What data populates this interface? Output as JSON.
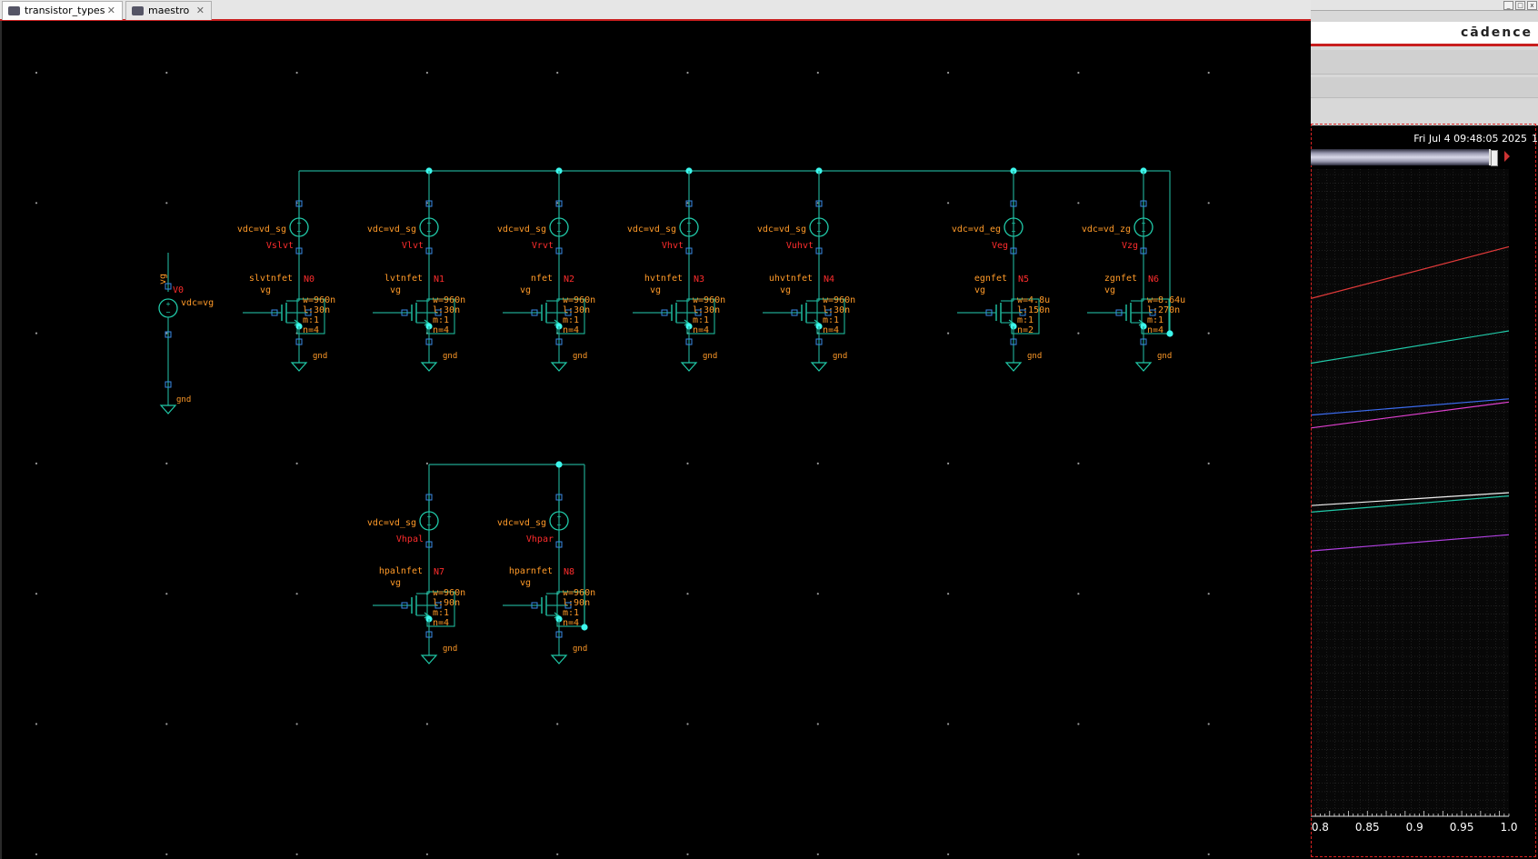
{
  "tabs": [
    {
      "label": "transistor_types",
      "active": true
    },
    {
      "label": "maestro",
      "active": false
    }
  ],
  "colors": {
    "wire": "#1fa58f",
    "component": "#20c9a8",
    "label": "#ff9a28",
    "instance": "#ff2d2d",
    "dot": "#3ef6ec",
    "pin": "#3a8ae6",
    "grid": "#9a9a9a"
  },
  "schematic": {
    "vg_source": {
      "instance": "V0",
      "net": "vg",
      "param": "vdc=vg",
      "gnd": "gnd"
    },
    "row1": [
      {
        "model": "slvtnfet",
        "inst": "N0",
        "src": "Vslvt",
        "vdc": "vdc=vd_sg",
        "gate": "vg",
        "w": "w=960n",
        "l": "l:30n",
        "m": "m:1",
        "n": "n=4",
        "gnd": "gnd"
      },
      {
        "model": "lvtnfet",
        "inst": "N1",
        "src": "Vlvt",
        "vdc": "vdc=vd_sg",
        "gate": "vg",
        "w": "w=960n",
        "l": "l:30n",
        "m": "m:1",
        "n": "n=4",
        "gnd": "gnd"
      },
      {
        "model": "nfet",
        "inst": "N2",
        "src": "Vrvt",
        "vdc": "vdc=vd_sg",
        "gate": "vg",
        "w": "w=960n",
        "l": "l:30n",
        "m": "m:1",
        "n": "n=4",
        "gnd": "gnd"
      },
      {
        "model": "hvtnfet",
        "inst": "N3",
        "src": "Vhvt",
        "vdc": "vdc=vd_sg",
        "gate": "vg",
        "w": "w=960n",
        "l": "l:30n",
        "m": "m:1",
        "n": "n=4",
        "gnd": "gnd"
      },
      {
        "model": "uhvtnfet",
        "inst": "N4",
        "src": "Vuhvt",
        "vdc": "vdc=vd_sg",
        "gate": "vg",
        "w": "w=960n",
        "l": "l:30n",
        "m": "m:1",
        "n": "n=4",
        "gnd": "gnd"
      },
      {
        "model": "egnfet",
        "inst": "N5",
        "src": "Veg",
        "vdc": "vdc=vd_eg",
        "gate": "vg",
        "w": "w=4.8u",
        "l": "l:150n",
        "m": "m:1",
        "n": "n=2",
        "gnd": "gnd"
      },
      {
        "model": "zgnfet",
        "inst": "N6",
        "src": "Vzg",
        "vdc": "vdc=vd_zg",
        "gate": "vg",
        "w": "w=8.64u",
        "l": "l:270n",
        "m": "m:1",
        "n": "n=4",
        "gnd": "gnd"
      }
    ],
    "row2": [
      {
        "model": "hpalnfet",
        "inst": "N7",
        "src": "Vhpal",
        "vdc": "vdc=vd_sg",
        "gate": "vg",
        "w": "w=960n",
        "l": "l:90n",
        "m": "m:1",
        "n": "n=4",
        "gnd": "gnd"
      },
      {
        "model": "hparnfet",
        "inst": "N8",
        "src": "Vhpar",
        "vdc": "vdc=vd_sg",
        "gate": "vg",
        "w": "w=960n",
        "l": "l:90n",
        "m": "m:1",
        "n": "n=4",
        "gnd": "gnd"
      }
    ]
  },
  "right_panel": {
    "logo": "cādence",
    "timestamp": "Fri Jul 4 09:48:05 2025",
    "timestamp_extra": "1"
  },
  "chart_data": {
    "type": "line",
    "x_tick_labels": [
      "0.8",
      "0.85",
      "0.9",
      "0.95",
      "1.0"
    ],
    "xlim": [
      0.79,
      1.0
    ],
    "ylim": [
      0,
      1
    ],
    "grid": true,
    "series": [
      {
        "color": "#e23a3a",
        "x": [
          0.79,
          1.0
        ],
        "y": [
          0.8,
          0.88
        ]
      },
      {
        "color": "#20c9a8",
        "x": [
          0.79,
          1.0
        ],
        "y": [
          0.7,
          0.75
        ]
      },
      {
        "color": "#3c6cf0",
        "x": [
          0.79,
          1.0
        ],
        "y": [
          0.62,
          0.645
        ]
      },
      {
        "color": "#e040d0",
        "x": [
          0.79,
          1.0
        ],
        "y": [
          0.6,
          0.64
        ]
      },
      {
        "color": "#f0f0f0",
        "x": [
          0.79,
          1.0
        ],
        "y": [
          0.48,
          0.5
        ]
      },
      {
        "color": "#20c9a8",
        "x": [
          0.79,
          1.0
        ],
        "y": [
          0.47,
          0.495
        ]
      },
      {
        "color": "#b040e0",
        "x": [
          0.79,
          1.0
        ],
        "y": [
          0.41,
          0.435
        ]
      }
    ]
  }
}
